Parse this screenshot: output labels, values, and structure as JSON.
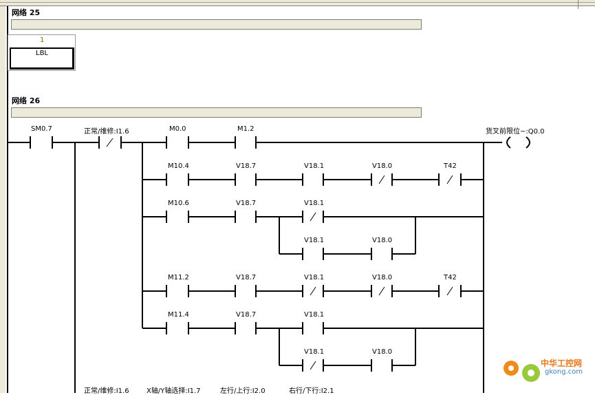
{
  "networks": [
    {
      "label": "网络 25"
    },
    {
      "label": "网络 26"
    }
  ],
  "lbl_box": {
    "number": "1",
    "label": "LBL"
  },
  "contacts": {
    "sm07": "SM0.7",
    "i16": "正常/维修:I1.6",
    "m00": "M0.0",
    "m12": "M1.2",
    "r2": [
      "M10.4",
      "V18.7",
      "V18.1",
      "V18.0",
      "T42"
    ],
    "r3": [
      "M10.6",
      "V18.7",
      "V18.1"
    ],
    "r3b": [
      "V18.1",
      "V18.0"
    ],
    "r4": [
      "M11.2",
      "V18.7",
      "V18.1",
      "V18.0",
      "T42"
    ],
    "r5": [
      "M11.4",
      "V18.7",
      "V18.1"
    ],
    "r5b": [
      "V18.1",
      "V18.0"
    ]
  },
  "coil": {
    "label": "货叉前限位~:Q0.0"
  },
  "bottom_labels": [
    "正常/维修:I1.6",
    "X轴/Y轴选择:I1.7",
    "左行/上行:I2.0",
    "右行/下行:I2.1"
  ],
  "watermark": {
    "brand": "中华工控网",
    "url": "gkong.com"
  }
}
